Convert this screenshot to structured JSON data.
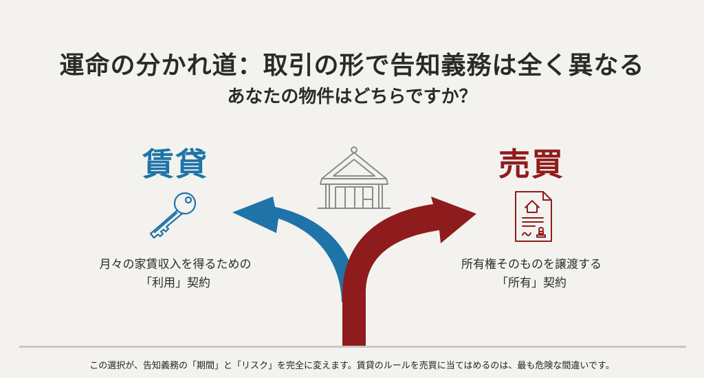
{
  "header": {
    "title": "運命の分かれ道：取引の形で告知義務は全く異なる",
    "subtitle": "あなたの物件はどちらですか？"
  },
  "left_branch": {
    "label": "賃貸",
    "icon": "key-icon",
    "description_line1": "月々の家賃収入を得るための",
    "description_line2": "「利用」契約",
    "color": "#1e74a8"
  },
  "right_branch": {
    "label": "売買",
    "icon": "contract-document-icon",
    "description_line1": "所有権そのものを譲渡する",
    "description_line2": "「所有」契約",
    "color": "#8e1c1c"
  },
  "center": {
    "icon": "house-icon",
    "icon_color": "#8a8a8a"
  },
  "footer": {
    "text": "この選択が、告知義務の「期間」と「リスク」を完全に変えます。賃貸のルールを売買に当てはめるのは、最も危険な間違いです。"
  }
}
